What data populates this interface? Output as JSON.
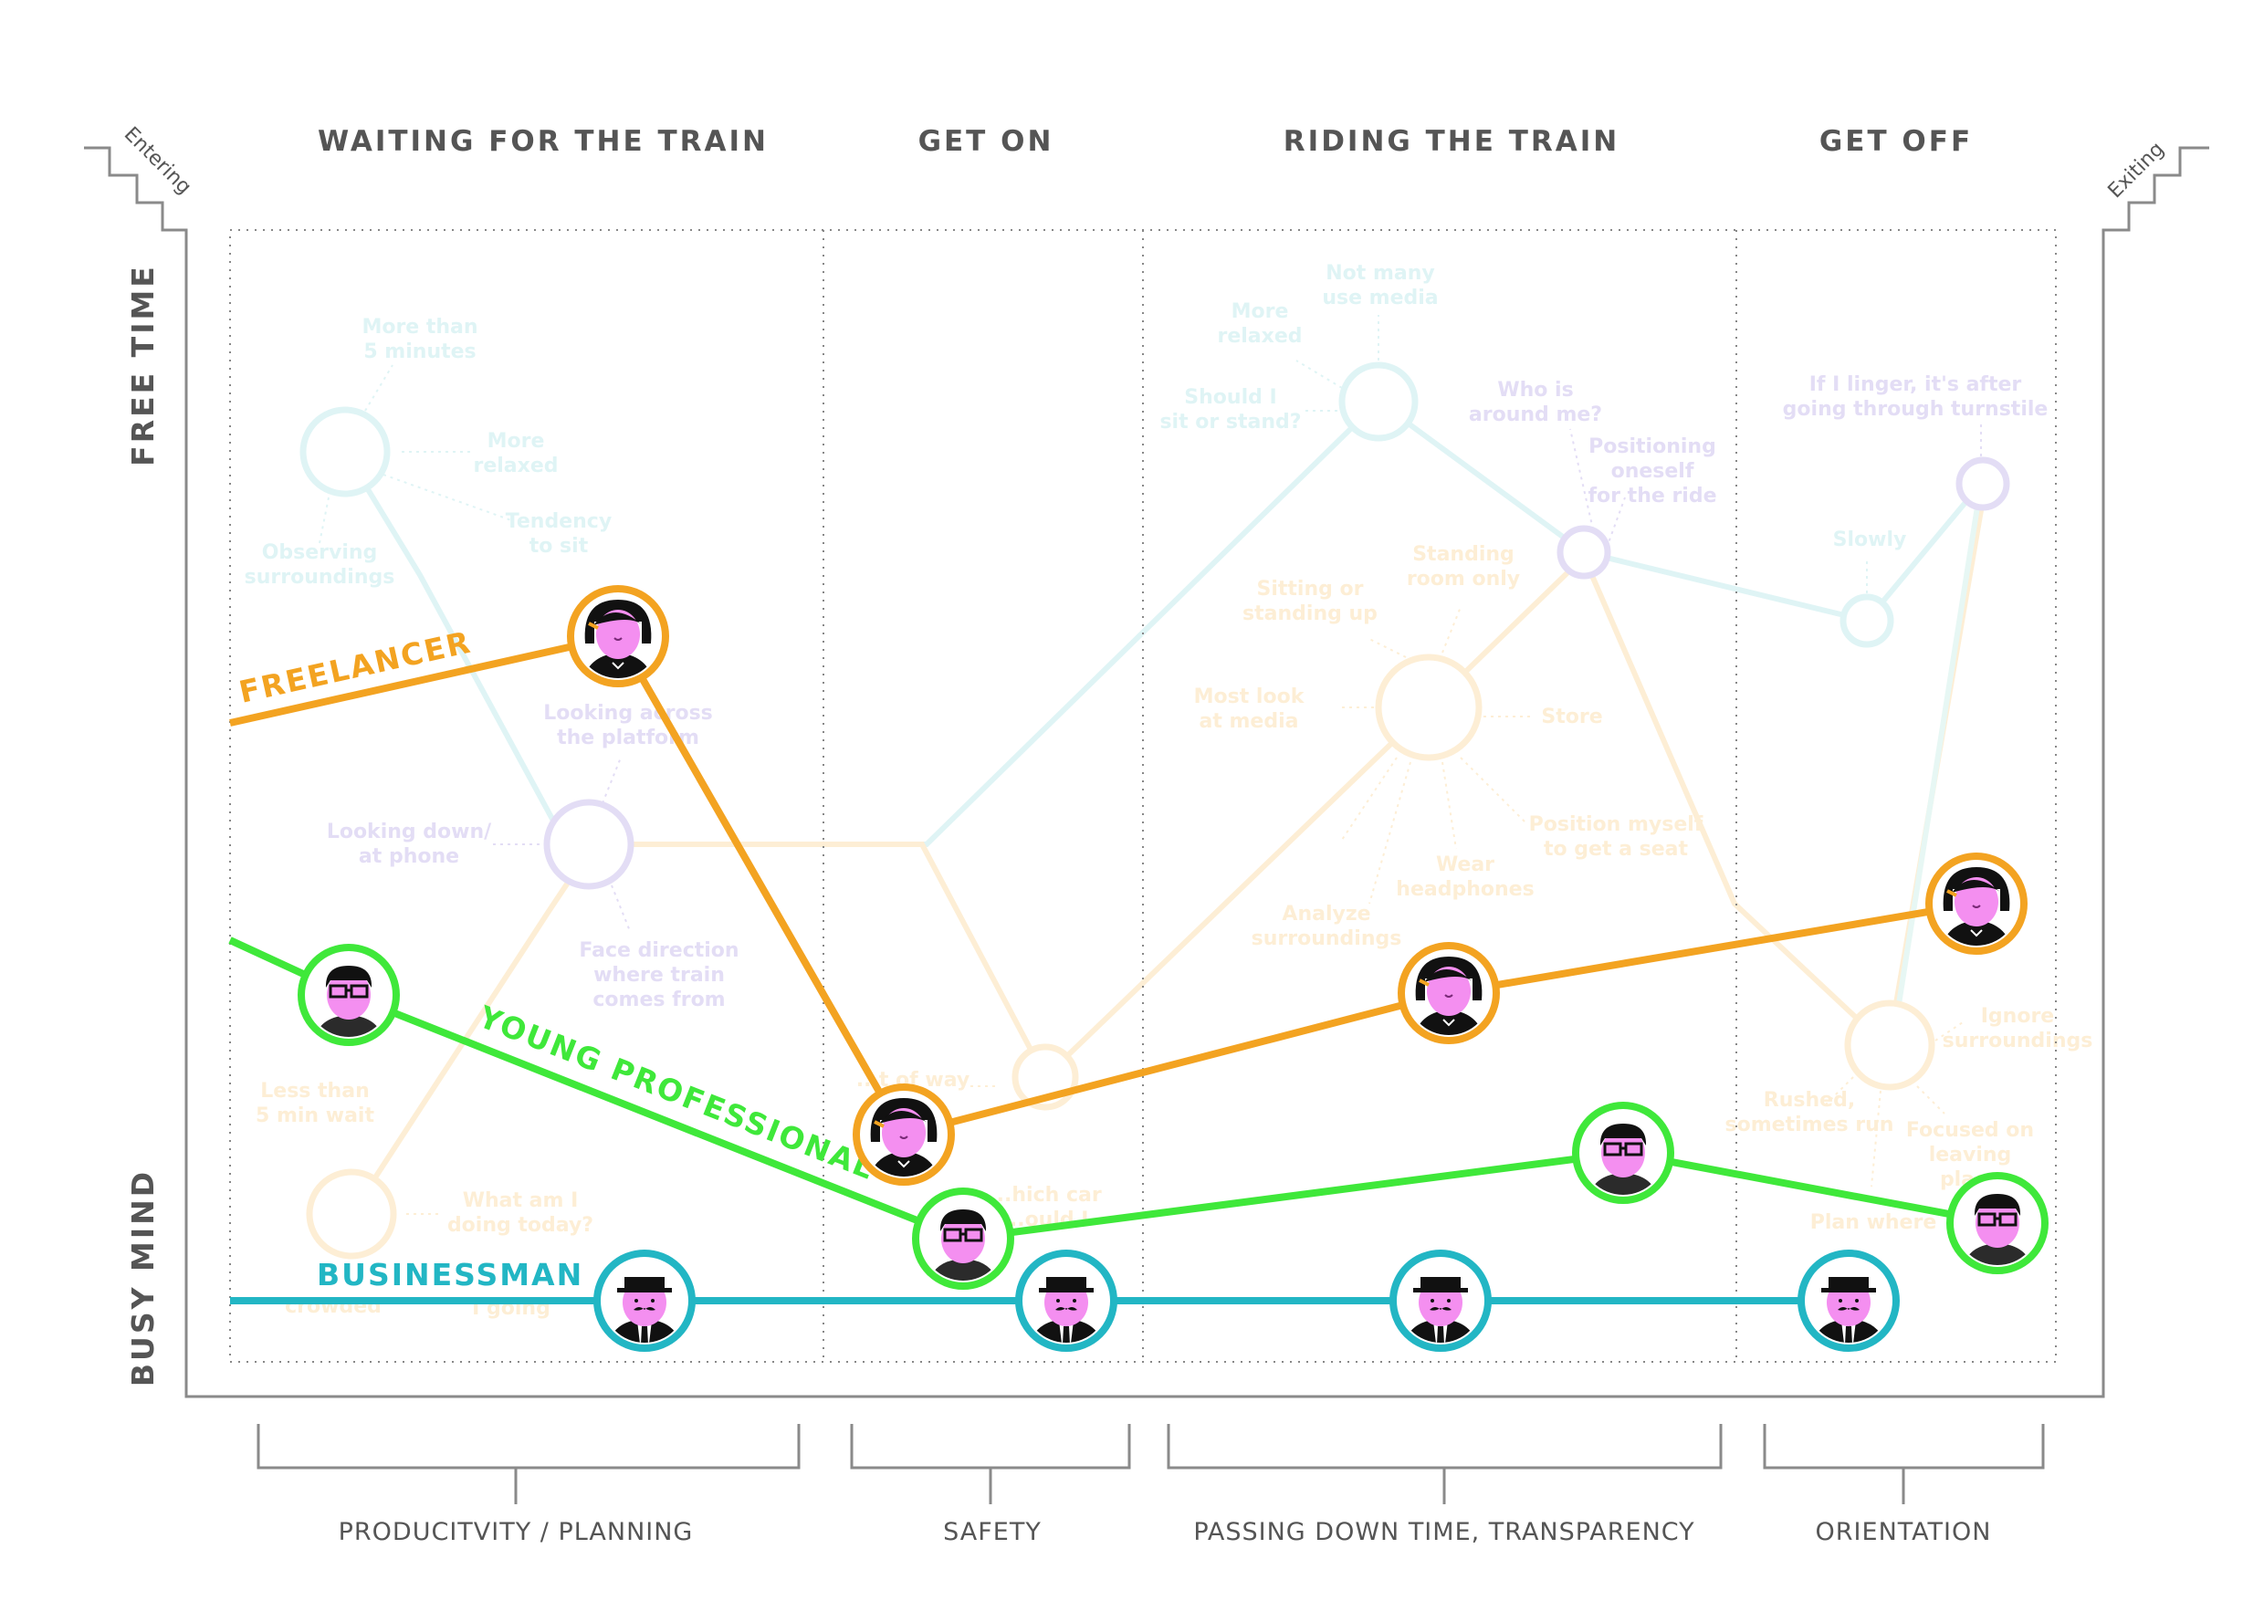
{
  "phases": {
    "waiting": "WAITING FOR THE TRAIN",
    "get_on": "GET ON",
    "riding": "RIDING THE TRAIN",
    "get_off": "GET OFF"
  },
  "stairs": {
    "entering": "Entering",
    "exiting": "Exiting"
  },
  "axis": {
    "top": "FREE TIME",
    "bottom": "BUSY MIND"
  },
  "themes": {
    "waiting": "PRODUCITVITY / PLANNING",
    "get_on": "SAFETY",
    "riding": "PASSING DOWN TIME, TRANSPARENCY",
    "get_off": "ORIENTATION"
  },
  "personas": {
    "freelancer": {
      "label": "FREELANCER",
      "color": "#f3a321"
    },
    "young_professional": {
      "label": "YOUNG PROFESSIONAL",
      "color": "#3fe83a"
    },
    "businessman": {
      "label": "BUSINESSMAN",
      "color": "#22b6c4"
    }
  },
  "colors": {
    "frame": "#8a8a8a",
    "faint_teal": "#dff4f5",
    "faint_orange": "#fdeed5",
    "faint_purple": "#e3ddf5",
    "face": "#f48ff0",
    "hair": "#111111"
  },
  "background_notes": {
    "teal": {
      "more_than_5": [
        "More than",
        "5 minutes"
      ],
      "more_relaxed_1": [
        "More",
        "relaxed"
      ],
      "tendency_sit": [
        "Tendency",
        "to sit"
      ],
      "observing": [
        "Observing",
        "surroundings"
      ],
      "not_many_media": [
        "Not many",
        "use media"
      ],
      "more_relaxed_2": [
        "More",
        "relaxed"
      ],
      "sit_or_stand": [
        "Should I",
        "sit or stand?"
      ],
      "slowly": [
        "Slowly"
      ]
    },
    "purple": {
      "looking_across": [
        "Looking across",
        "the platform"
      ],
      "looking_down": [
        "Looking down/",
        "at phone"
      ],
      "face_direction": [
        "Face direction",
        "where train",
        "comes from"
      ],
      "who_around": [
        "Who is",
        "around me?"
      ],
      "positioning": [
        "Positioning",
        "oneself",
        "for the ride"
      ],
      "linger": [
        "If I linger, it's after",
        "going through turnstile"
      ]
    },
    "orange": {
      "less_than_5": [
        "Less than",
        "5 min wait"
      ],
      "what_am_i": [
        "What am I",
        "doing today?"
      ],
      "crowded": [
        "crowded"
      ],
      "where_going": [
        "I going"
      ],
      "out_of_way": [
        "...t of way"
      ],
      "which_car": [
        "...hich car",
        "...ould I"
      ],
      "sitting_or": [
        "Sitting or",
        "standing up"
      ],
      "standing_room": [
        "Standing",
        "room only"
      ],
      "most_look": [
        "Most look",
        "at media"
      ],
      "store": [
        "Store"
      ],
      "position_myself": [
        "Position myself",
        "to get a seat"
      ],
      "wear_headphones": [
        "Wear",
        "headphones"
      ],
      "analyze": [
        "Analyze",
        "surroundings"
      ],
      "ignore": [
        "Ignore",
        "surroundings"
      ],
      "rushed": [
        "Rushed,",
        "sometimes run"
      ],
      "focused": [
        "Focused on",
        "leaving",
        "place"
      ],
      "plan_where": [
        "Plan where"
      ]
    }
  }
}
